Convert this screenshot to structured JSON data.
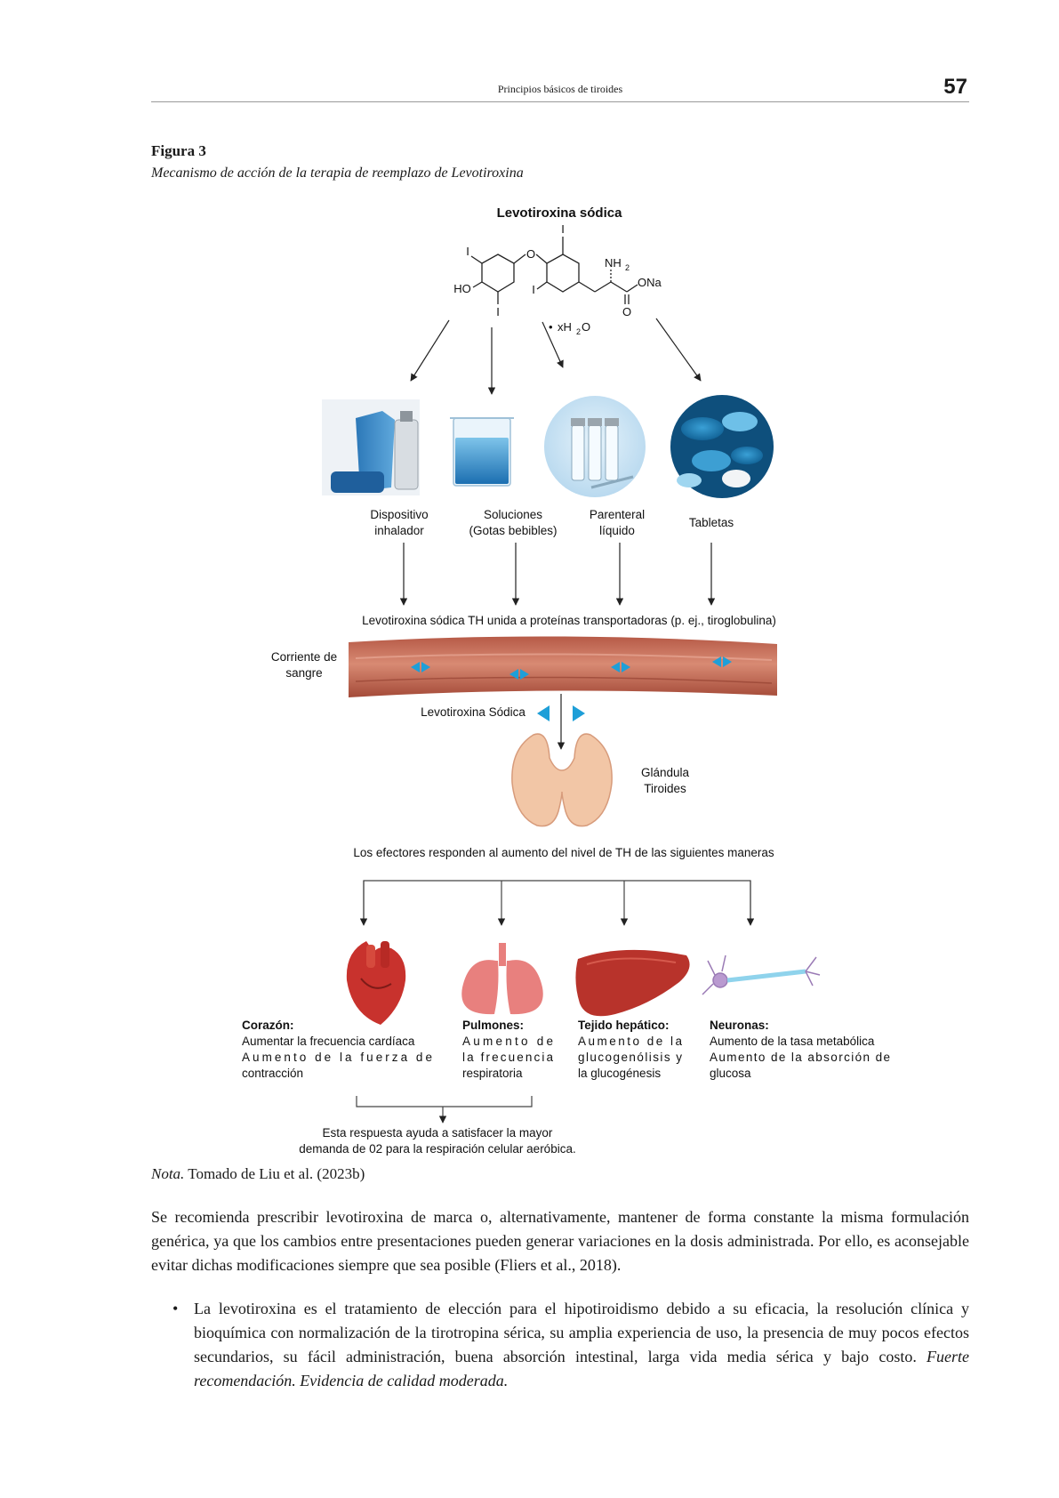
{
  "header": {
    "title": "Principios básicos de tiroides",
    "page_number": "57"
  },
  "figure": {
    "label": "Figura 3",
    "caption": "Mecanismo de acción de la terapia de reemplazo de Levotiroxina",
    "compound": {
      "title": "Levotiroxina sódica",
      "atoms": {
        "iodine": "I",
        "oxygen": "O",
        "hydroxyl": "HO",
        "amine": "NH",
        "amine_sub": "2",
        "salt": "ONa",
        "carbonyl": "O",
        "water_dot": "•",
        "water": "xH",
        "water_sub": "2",
        "water_o": "O"
      }
    },
    "forms": [
      {
        "line1": "Dispositivo",
        "line2": "inhalador"
      },
      {
        "line1": "Soluciones",
        "line2": "(Gotas bebibles)"
      },
      {
        "line1": "Parenteral",
        "line2": "líquido"
      },
      {
        "line1": "Tabletas",
        "line2": ""
      }
    ],
    "transport_label": "Levotiroxina sódica TH unida a proteínas transportadoras (p. ej., tiroglobulina)",
    "bloodstream_label": [
      "Corriente de",
      "sangre"
    ],
    "levo_label": "Levotiroxina Sódica",
    "gland_label": [
      "Glándula",
      "Tiroides"
    ],
    "effectors_label": "Los efectores responden al aumento del nivel de TH de las siguientes maneras",
    "organs": [
      {
        "name": "Corazón:",
        "lines": [
          "Aumentar la frecuencia cardíaca",
          "Aumento de la fuerza de",
          "contracción"
        ]
      },
      {
        "name": "Pulmones:",
        "lines": [
          "Aumento de",
          "la frecuencia",
          "respiratoria"
        ]
      },
      {
        "name": "Tejido hepático:",
        "lines": [
          "Aumento de la",
          "glucogenólisis y",
          "la glucogénesis"
        ]
      },
      {
        "name": "Neuronas:",
        "lines": [
          "Aumento de la tasa metabólica",
          "Aumento de la absorción de",
          "glucosa"
        ]
      }
    ],
    "response": [
      "Esta respuesta ayuda a satisfacer la mayor",
      "demanda de 02 para la respiración celular aeróbica."
    ],
    "colors": {
      "vessel": "#c8735e",
      "arrow_blue": "#1e9fd8",
      "heart": "#c8322d",
      "lung": "#e8807e",
      "liver": "#b8332b",
      "gland": "#f2c6a6"
    }
  },
  "note": {
    "label": "Nota.",
    "text": "Tomado de Liu et al. (2023b)"
  },
  "paragraph": "Se recomienda prescribir levotiroxina de marca o, alternativamente, mantener de forma constante la misma formulación genérica, ya que los cambios entre presentaciones pueden generar variaciones en la dosis administrada. Por ello, es aconsejable evitar dichas modificaciones siempre que sea posible (Fliers et al., 2018).",
  "bullet": {
    "marker": "•",
    "text": "La levotiroxina es el tratamiento de elección para el hipotiroidismo debido a su eficacia, la resolución clínica y bioquímica con normalización de la tirotropina sérica, su amplia experiencia de uso, la presencia de muy pocos efectos secundarios, su fácil administración, buena absorción intestinal, larga vida media sérica y bajo costo.",
    "emphasis": "Fuerte recomendación. Evidencia de calidad moderada."
  }
}
